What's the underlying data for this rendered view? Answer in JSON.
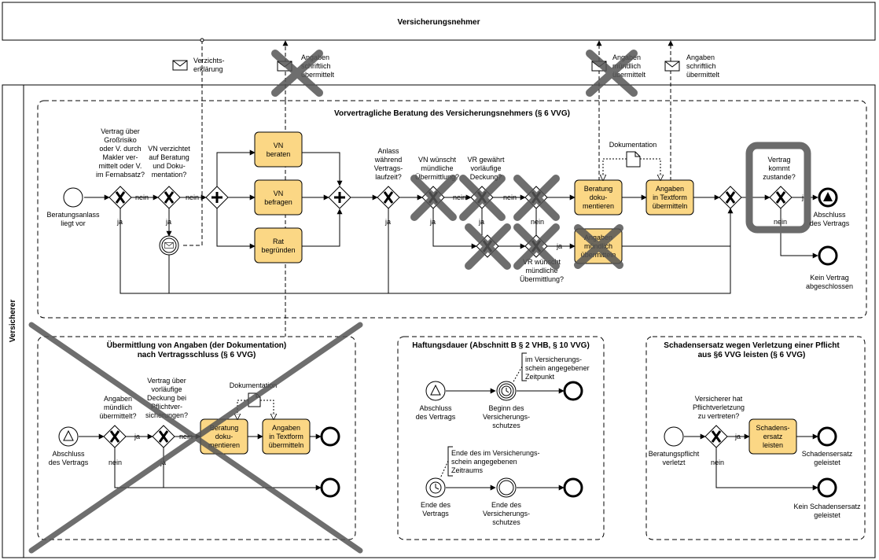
{
  "pool_top": {
    "name": "Versicherungsnehmer"
  },
  "pool_main": {
    "name": "Versicherer"
  },
  "messages": {
    "m1": [
      "Verzichts-",
      "erklärung"
    ],
    "m2": [
      "Angaben",
      "schriftlich",
      "übermittelt"
    ],
    "m3": [
      "Angaben",
      "mündlich",
      "übermittelt"
    ],
    "m4": [
      "Angaben",
      "schriftlich",
      "übermittelt"
    ]
  },
  "group_main": {
    "title": "Vorvertragliche Beratung des Versicherungsnehmers (§ 6 VVG)",
    "start": [
      "Beratungsanlass",
      "liegt vor"
    ],
    "gw1_question": [
      "Vertrag über",
      "Großrisiko",
      "oder V. durch",
      "Makler ver-",
      "mittelt oder V.",
      "im Fernabsatz?"
    ],
    "gw2_question": [
      "VN verzichtet",
      "auf Beratung",
      "und Doku-",
      "mentation?"
    ],
    "gw3_question": [
      "Anlass",
      "während",
      "Vertrags-",
      "laufzeit?"
    ],
    "gw4_question": [
      "VN wünscht",
      "mündliche",
      "Übermittlung?"
    ],
    "gw5_question": [
      "VR gewährt",
      "vorläufige",
      "Deckung?"
    ],
    "gw7_question": [
      "VR wünscht",
      "mündliche",
      "Übermittlung?"
    ],
    "gw9_question": [
      "Vertrag",
      "kommt",
      "zustande?"
    ],
    "tasks": {
      "vn_beraten": [
        "VN",
        "beraten"
      ],
      "vn_befragen": [
        "VN",
        "befragen"
      ],
      "rat": [
        "Rat",
        "begründen"
      ],
      "beratung_dok": [
        "Beratung",
        "doku-",
        "mentieren"
      ],
      "angaben_textform": [
        "Angaben",
        "in Textform",
        "übermitteln"
      ],
      "angaben_muendlich": [
        "Angaben",
        "mündlich",
        "übermitteln"
      ]
    },
    "doc_label": "Dokumentation",
    "end1": [
      "Abschluss",
      "des Vertrags"
    ],
    "end2": [
      "Kein Vertrag",
      "abgeschlossen"
    ]
  },
  "group_uebermittlung": {
    "title": [
      "Übermittlung von Angaben (der Dokumentation)",
      "nach Vertragsschluss (§ 6 VVG)"
    ],
    "start": [
      "Abschluss",
      "des Vertrags"
    ],
    "gw1_question": [
      "Angaben",
      "mündlich",
      "übermittelt?"
    ],
    "gw2_question": [
      "Vertrag über",
      "vorläufige",
      "Deckung bei",
      "Pflichtver-",
      "sicherungen?"
    ],
    "doc_label": "Dokumentation",
    "task1": [
      "Beratung",
      "doku-",
      "mentieren"
    ],
    "task2": [
      "Angaben",
      "in Textform",
      "übermitteln"
    ]
  },
  "group_haftung": {
    "title": "Haftungsdauer (Abschnitt B § 2 VHB, § 10 VVG)",
    "start": [
      "Abschluss",
      "des Vertrags"
    ],
    "timer1_annotation": [
      "im Versicherungs-",
      "schein angegebener",
      "Zeitpunkt"
    ],
    "timer1_label": [
      "Beginn des",
      "Versicherungs-",
      "schutzes"
    ],
    "timer2_annotation": [
      "Ende des im Versicherungs-",
      "schein angegebenen",
      "Zeitraums"
    ],
    "timer2_label": [
      "Ende des",
      "Vertrags"
    ],
    "end_label": [
      "Ende des",
      "Versicherungs-",
      "schutzes"
    ]
  },
  "group_schadensersatz": {
    "title": [
      "Schadensersatz wegen Verletzung einer Pflicht",
      "aus §6 VVG leisten (§ 6 VVG)"
    ],
    "start": [
      "Beratungspflicht",
      "verletzt"
    ],
    "gw_question": [
      "Versicherer hat",
      "Pflichtverletzung",
      "zu vertreten?"
    ],
    "task": [
      "Schadens-",
      "ersatz",
      "leisten"
    ],
    "end1": [
      "Schadensersatz",
      "geleistet"
    ],
    "end2": [
      "Kein Schadensersatz",
      "geleistet"
    ]
  },
  "flow_labels": {
    "yes": "ja",
    "no": "nein"
  },
  "colors": {
    "task_fill": "#fbd785",
    "cross": "#555555"
  }
}
